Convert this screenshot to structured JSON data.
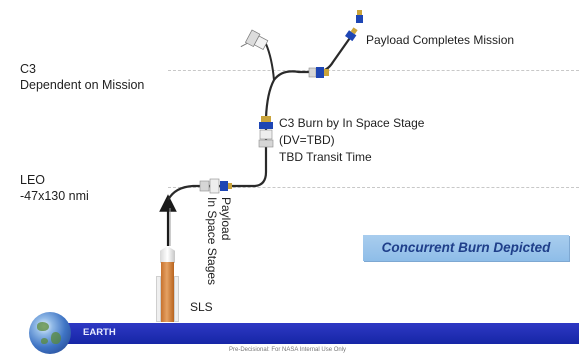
{
  "levels": {
    "c3_title": "C3",
    "c3_subtitle": "Dependent on Mission",
    "leo_title": "LEO",
    "leo_subtitle": "-47x130 nmi"
  },
  "labels": {
    "payload_completes": "Payload Completes Mission",
    "c3_burn_line1": "C3 Burn by In Space Stage",
    "c3_burn_line2": "(DV=TBD)",
    "c3_burn_line3": "TBD Transit Time",
    "payload_stage_line1": "Payload",
    "payload_stage_line2": "In Space Stages",
    "sls": "SLS",
    "concurrent_burn": "Concurrent Burn Depicted",
    "earth": "EARTH",
    "footnote": "Pre-Decisional: For NASA Internal Use Only"
  },
  "colors": {
    "trajectory": "#2a2a2a",
    "earth_bar": "#1f2fb8",
    "callout_box": "#9cc6ec",
    "callout_text": "#1f3f8a",
    "module_blue": "#1e46b4",
    "rocket": "#d98a44"
  },
  "icons": [
    "earth-globe-icon",
    "sls-rocket-icon",
    "spacecraft-icon",
    "up-arrow-icon"
  ]
}
